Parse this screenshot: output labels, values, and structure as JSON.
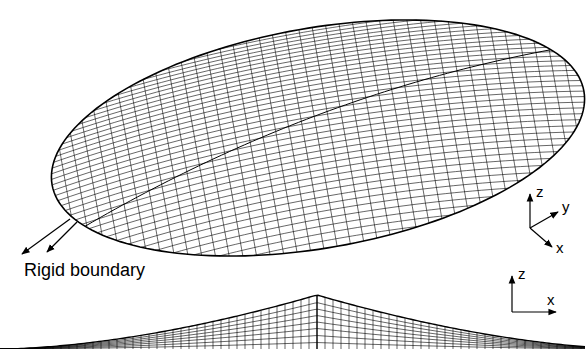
{
  "diagram": {
    "labels": [
      "Rigid boundary",
      "z",
      "y",
      "x",
      "z",
      "x"
    ]
  }
}
